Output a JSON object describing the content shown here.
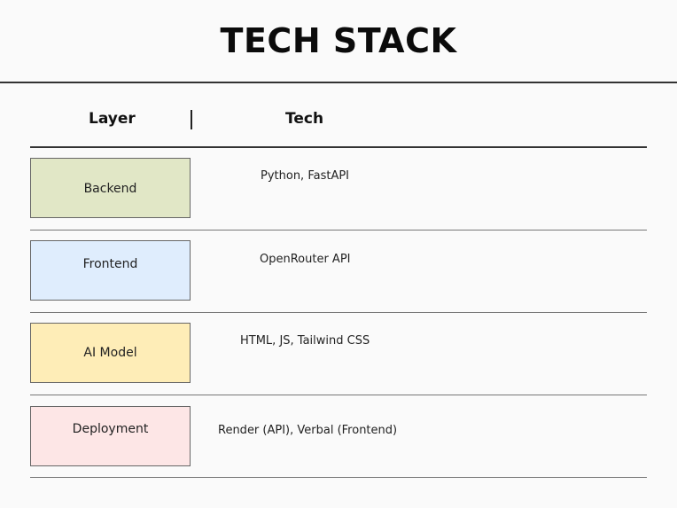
{
  "title": "TECH STACK",
  "columns": {
    "layer": "Layer",
    "tech": "Tech"
  },
  "rows": [
    {
      "layer": "Backend",
      "tech": "Python, FastAPI",
      "color": "#e1e7c6"
    },
    {
      "layer": "Frontend",
      "tech": "OpenRouter API",
      "color": "#dfedfd"
    },
    {
      "layer": "AI Model",
      "tech": "HTML, JS, Tailwind CSS",
      "color": "#feedb7"
    },
    {
      "layer": "Deployment",
      "tech": "Render (API), Verbal (Frontend)",
      "color": "#fde6e6"
    }
  ]
}
